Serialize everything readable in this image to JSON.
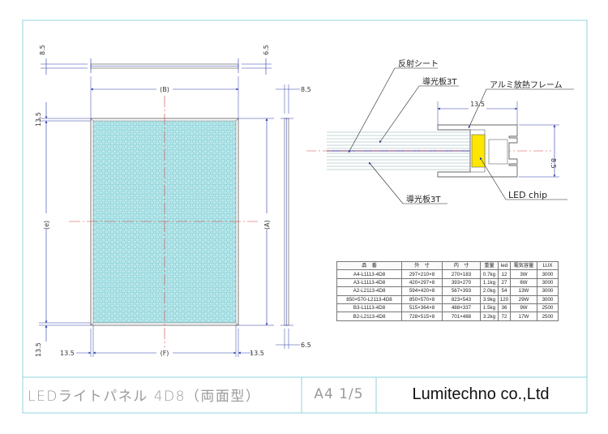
{
  "dimensions": {
    "top_left": "8.5",
    "top_right": "6.5",
    "side_top": "8.5",
    "left_top": "13.5",
    "left_bottom": "13.5",
    "bottom_left": "13.5",
    "bottom_right": "13.5",
    "side_bottom": "6.5",
    "B": "(B)",
    "e": "(e)",
    "A": "(A)",
    "F": "(F)",
    "section_width": "13.5",
    "section_height": "8.5"
  },
  "callouts": {
    "reflector": "反射シート",
    "lightguide_top": "導光板3T",
    "frame": "アルミ放熱フレーム",
    "lightguide_bottom": "導光板3T",
    "led_chip": "LED chip"
  },
  "table": {
    "headers": [
      "品　番",
      "外　寸",
      "内　寸",
      "重量",
      "led",
      "電気容量",
      "LUX"
    ],
    "rows": [
      [
        "A4-L1113-4D8",
        "297×210×8",
        "270×183",
        "0.7kg",
        "12",
        "3W",
        "3000"
      ],
      [
        "A3-L1113-4D8",
        "420×297×8",
        "393×270",
        "1.1kg",
        "27",
        "6W",
        "3000"
      ],
      [
        "A2-L2113-4D8",
        "594×420×8",
        "567×393",
        "2.0kg",
        "54",
        "13W",
        "3000"
      ],
      [
        "850×570-L2113-4D8",
        "850×570×8",
        "823×543",
        "3.9kg",
        "120",
        "29W",
        "3000"
      ],
      [
        "B3-L1113-4D8",
        "515×364×8",
        "488×337",
        "1.5kg",
        "36",
        "9W",
        "2500"
      ],
      [
        "B2-L2113-4D8",
        "728×515×8",
        "701×488",
        "3.2kg",
        "72",
        "17W",
        "2500"
      ]
    ]
  },
  "title_block": {
    "title": "LEDライトパネル 4D8（両面型）",
    "sheet": "A4 1/5",
    "company": "Lumitechno co.,Ltd"
  },
  "colors": {
    "panel_fill": "#bfe9ec",
    "dimension_line": "#2a3aa8",
    "center_line": "#d04040",
    "led_chip": "#ffe600",
    "frame_border": "#8fd4dc"
  }
}
